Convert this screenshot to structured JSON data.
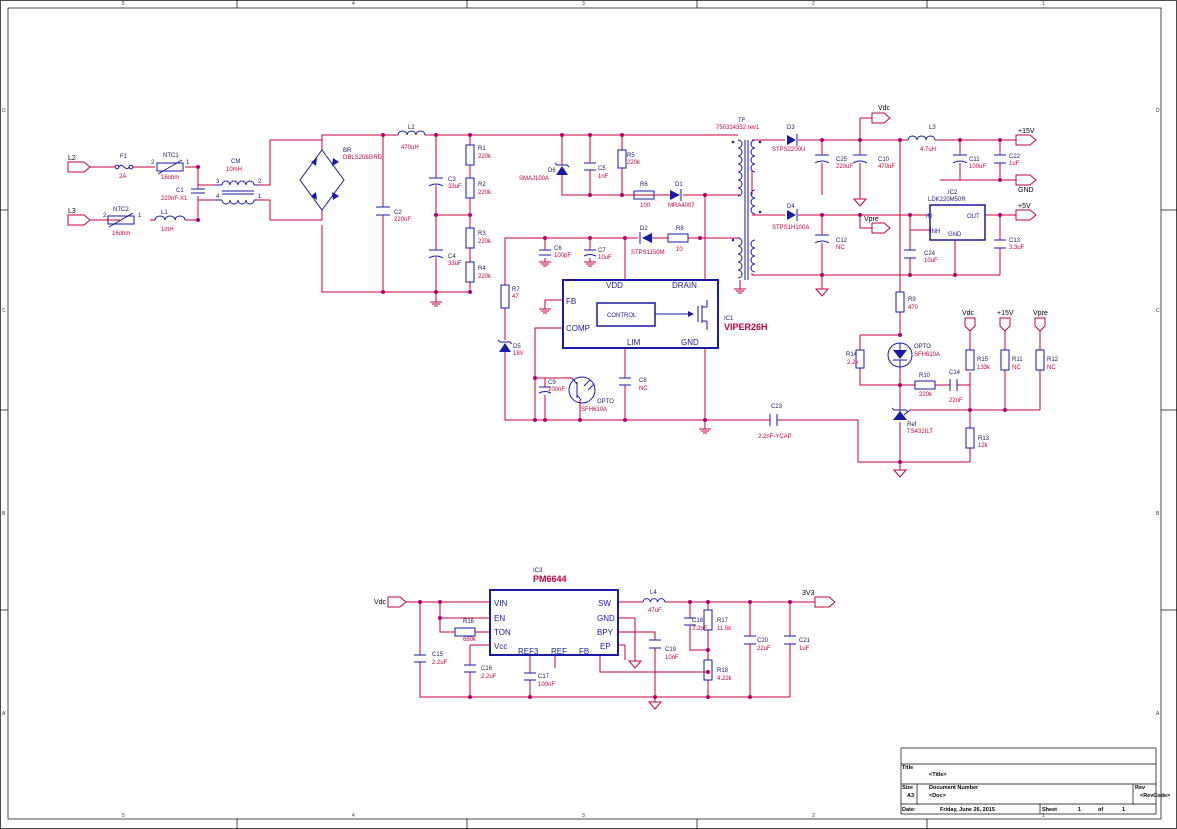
{
  "border": {
    "top_zones": [
      "5",
      "4",
      "3",
      "2",
      "1"
    ],
    "bottom_zones": [
      "5",
      "4",
      "3",
      "2",
      "1"
    ],
    "side_zones": [
      "D",
      "C",
      "B",
      "A"
    ]
  },
  "nets": {
    "l2": "L2",
    "l3": "L3",
    "gnd": "GND",
    "vdc": "Vdc",
    "vpre": "Vpre",
    "p15": "+15V",
    "p5": "+5V",
    "p3v3": "3V3"
  },
  "components": {
    "F1": {
      "ref": "F1",
      "val": "2A"
    },
    "NTC1": {
      "ref": "NTC1",
      "val": "16ohm"
    },
    "NTC2": {
      "ref": "NTC2",
      "val": "16ohm"
    },
    "C1": {
      "ref": "C1",
      "val": "220nF-X1"
    },
    "L1": {
      "ref": "L1",
      "val": "1mH"
    },
    "CM": {
      "ref": "CM",
      "val": "10mH"
    },
    "BR": {
      "ref": "BR",
      "val": "DBLS208GRD"
    },
    "L2": {
      "ref": "L2",
      "val": "470uH"
    },
    "C2": {
      "ref": "C2",
      "val": "220nF"
    },
    "C3": {
      "ref": "C3",
      "val": "33uF"
    },
    "C4": {
      "ref": "C4",
      "val": "33uF"
    },
    "R1": {
      "ref": "R1",
      "val": "220k"
    },
    "R2": {
      "ref": "R2",
      "val": "220k"
    },
    "R3": {
      "ref": "R3",
      "val": "220k"
    },
    "R4": {
      "ref": "R4",
      "val": "220k"
    },
    "D6": {
      "ref": "D6",
      "val": "SMAJ100A"
    },
    "C5": {
      "ref": "C5",
      "val": "1nF"
    },
    "R5": {
      "ref": "R5",
      "val": "220k"
    },
    "R6": {
      "ref": "R6",
      "val": "100"
    },
    "D1": {
      "ref": "D1",
      "val": "MRA4007"
    },
    "TF": {
      "ref": "TF",
      "val": "750314352 rev1"
    },
    "D2": {
      "ref": "D2",
      "val": "STPS1150M"
    },
    "R8": {
      "ref": "R8",
      "val": "10"
    },
    "C6": {
      "ref": "C6",
      "val": "100pF"
    },
    "C7": {
      "ref": "C7",
      "val": "10uF"
    },
    "R7": {
      "ref": "R7",
      "val": "47"
    },
    "D5": {
      "ref": "D5",
      "val": "18V"
    },
    "IC1": {
      "ref": "IC1",
      "val": "VIPER26H",
      "pins": {
        "vdd": "VDD",
        "drain": "DRAIN",
        "fb": "FB",
        "comp": "COMP",
        "lim": "LIM",
        "gnd": "GND"
      },
      "control": "CONTROL"
    },
    "C9": {
      "ref": "C9",
      "val": "100nF"
    },
    "OPTO_A": {
      "ref": "OPTO",
      "val": "SFH610A"
    },
    "C8": {
      "ref": "C8",
      "val": "NC"
    },
    "C23": {
      "ref": "C23",
      "val": "2.2nF-YCAP"
    },
    "D3": {
      "ref": "D3",
      "val": "STPS2200U"
    },
    "D4": {
      "ref": "D4",
      "val": "STPS1H100A"
    },
    "C25": {
      "ref": "C25",
      "val": "220uF"
    },
    "C10": {
      "ref": "C10",
      "val": "470uF"
    },
    "C12": {
      "ref": "C12",
      "val": "NC"
    },
    "L3": {
      "ref": "L3",
      "val": "4.7uH"
    },
    "C11": {
      "ref": "C11",
      "val": "100uF"
    },
    "C22": {
      "ref": "C22",
      "val": "1uF"
    },
    "IC2": {
      "ref": "IC2",
      "val": "LDK220M50R",
      "pins": {
        "in": "IN",
        "inh": "INH",
        "out": "OUT",
        "gnd": "GND"
      }
    },
    "C24": {
      "ref": "C24",
      "val": "10uF"
    },
    "C13": {
      "ref": "C13",
      "val": "3.3uF"
    },
    "R9": {
      "ref": "R9",
      "val": "470"
    },
    "OPTO_B": {
      "ref": "OPTO",
      "val": "SFH610A"
    },
    "R14": {
      "ref": "R14",
      "val": "2.2k"
    },
    "R10": {
      "ref": "R10",
      "val": "220k"
    },
    "C14": {
      "ref": "C14",
      "val": "22nF"
    },
    "R15": {
      "ref": "R15",
      "val": "133k"
    },
    "R11": {
      "ref": "R11",
      "val": "NC"
    },
    "R12": {
      "ref": "R12",
      "val": "NC"
    },
    "Ref": {
      "ref": "Ref",
      "val": "TS432ILT"
    },
    "R13": {
      "ref": "R13",
      "val": "12k"
    },
    "IC3": {
      "ref": "IC3",
      "val": "PM6644",
      "pins": {
        "vin": "VIN",
        "en": "EN",
        "ton": "TON",
        "vcc": "Vcc",
        "ref3": "REF3",
        "ref": "REF",
        "fb": "FB",
        "sw": "SW",
        "gnd": "GND",
        "bpy": "BPY",
        "ep": "EP"
      }
    },
    "R16": {
      "ref": "R16",
      "val": "680k"
    },
    "C15": {
      "ref": "C15",
      "val": "2.2uF"
    },
    "C16": {
      "ref": "C16",
      "val": "2.2uF"
    },
    "C17": {
      "ref": "C17",
      "val": "100nF"
    },
    "C19": {
      "ref": "C19",
      "val": "10nF"
    },
    "L4": {
      "ref": "L4",
      "val": "47uF"
    },
    "C18": {
      "ref": "C18",
      "val": "2.2pF"
    },
    "R17": {
      "ref": "R17",
      "val": "11.5k"
    },
    "R18": {
      "ref": "R18",
      "val": "4.22k"
    },
    "C20": {
      "ref": "C20",
      "val": "22uF"
    },
    "C21": {
      "ref": "C21",
      "val": "1uF"
    }
  },
  "pin_numbers": {
    "n1": "1",
    "n2": "2",
    "n3": "3",
    "n4": "4"
  },
  "title_block": {
    "title_label": "Title",
    "title_value": "<Title>",
    "size_label": "Size",
    "size_value": "A3",
    "docnum_label": "Document Number",
    "docnum_value": "<Doc>",
    "rev_label": "Rev",
    "rev_value": "<RevCode>",
    "date_label": "Date:",
    "date_value": "Friday, June 26, 2015",
    "sheet_label": "Sheet",
    "sheet_num": "1",
    "of_label": "of",
    "sheet_total": "1"
  }
}
